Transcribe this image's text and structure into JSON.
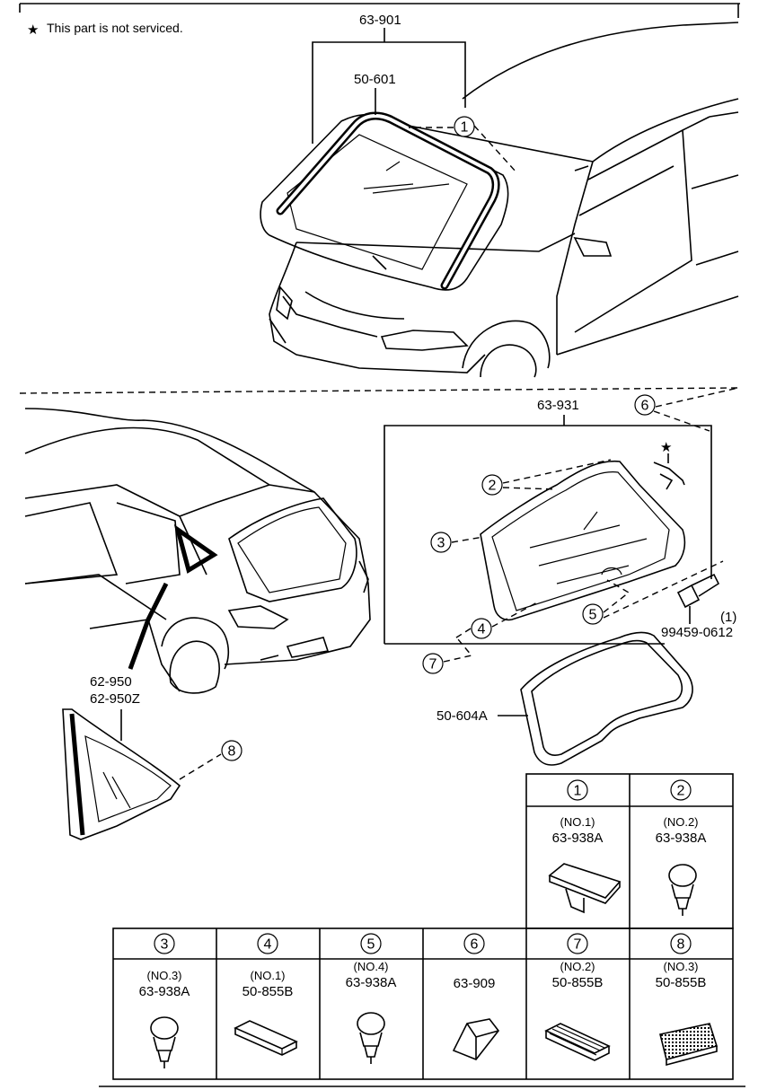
{
  "note": {
    "symbol": "★",
    "text": "This part is not serviced."
  },
  "top_group": {
    "windshield_kit": "63-901",
    "molding": "50-601"
  },
  "rear": {
    "glass_kit": "63-931",
    "bolt_qty": "(1)",
    "bolt": "99459-0612",
    "weatherstrip": "50-604A",
    "quarter_glass_1": "62-950",
    "quarter_glass_2": "62-950Z"
  },
  "callouts": [
    "1",
    "2",
    "3",
    "4",
    "5",
    "6",
    "7",
    "8"
  ],
  "table": {
    "top_row": [
      {
        "num": "1",
        "no": "(NO.1)",
        "code": "63-938A",
        "icon": "flat-clip-icon"
      },
      {
        "num": "2",
        "no": "(NO.2)",
        "code": "63-938A",
        "icon": "round-clip-icon"
      }
    ],
    "bottom_row": [
      {
        "num": "3",
        "no": "(NO.3)",
        "code": "63-938A",
        "icon": "round-clip-icon"
      },
      {
        "num": "4",
        "no": "(NO.1)",
        "code": "50-855B",
        "icon": "foam-pad-icon"
      },
      {
        "num": "5",
        "no": "(NO.4)",
        "code": "63-938A",
        "icon": "round-clip-icon"
      },
      {
        "num": "6",
        "no": "",
        "code": "63-909",
        "icon": "wedge-spacer-icon"
      },
      {
        "num": "7",
        "no": "(NO.2)",
        "code": "50-855B",
        "icon": "ribbed-pad-icon"
      },
      {
        "num": "8",
        "no": "(NO.3)",
        "code": "50-855B",
        "icon": "mesh-pad-icon"
      }
    ]
  }
}
